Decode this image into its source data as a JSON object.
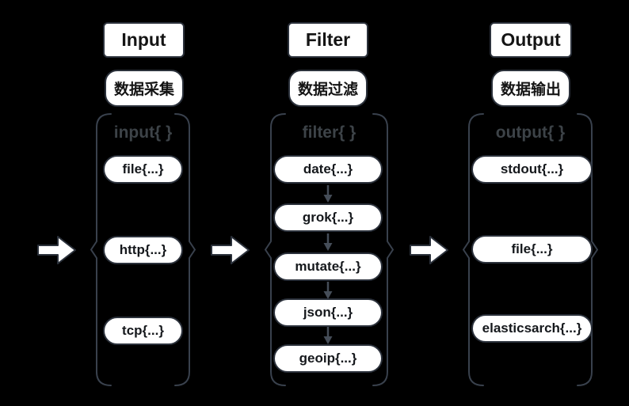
{
  "diagram": {
    "title": "logstash-pipeline-flow",
    "columns": [
      {
        "header": "Input",
        "subtitle": "数据采集",
        "block_label": "input{ }",
        "items": [
          "file{...}",
          "http{...}",
          "tcp{...}"
        ]
      },
      {
        "header": "Filter",
        "subtitle": "数据过滤",
        "block_label": "filter{ }",
        "items": [
          "date{...}",
          "grok{...}",
          "mutate{...}",
          "json{...}",
          "geoip{...}"
        ]
      },
      {
        "header": "Output",
        "subtitle": "数据输出",
        "block_label": "output{ }",
        "items": [
          "stdout{...}",
          "file{...}",
          "elasticsarch{...}"
        ]
      }
    ],
    "colors": {
      "background": "#000000",
      "node_fill": "#ffffff",
      "node_border": "#2b313b",
      "node_text": "#15181c",
      "brace_stroke": "#39414d",
      "block_label_text": "#3d4348",
      "chain_arrow": "#454d58",
      "flow_arrow_fill": "#ffffff"
    }
  }
}
